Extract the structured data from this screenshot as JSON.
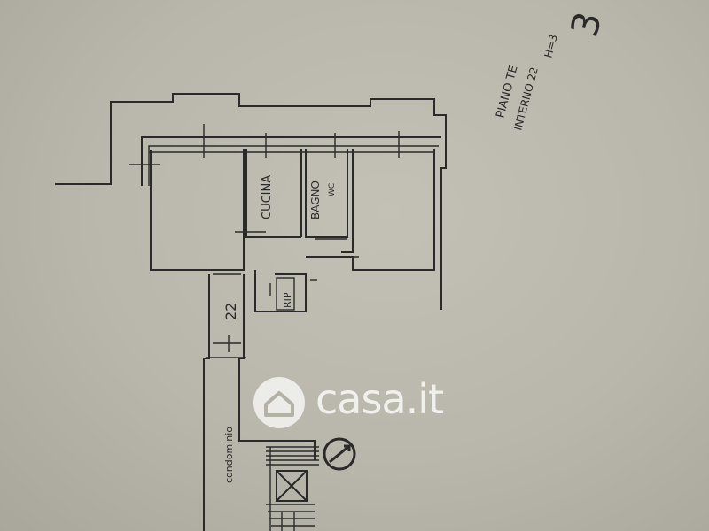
{
  "header": {
    "floor_label": "PIANO TE",
    "interior_label": "INTERNO 22",
    "small_note": "H=3",
    "sheet_number": "3"
  },
  "rooms": {
    "kitchen": "CUCINA",
    "bathroom_line1": "BAGNO",
    "bathroom_line2": "WC",
    "small_room": "RIP"
  },
  "dimension": {
    "corridor_width": "22"
  },
  "shared_area": {
    "label": "condominio"
  },
  "watermark": {
    "brand": "casa.it",
    "colors": {
      "text": "#ffffff",
      "icon": "#ffffff"
    }
  },
  "colors": {
    "paper": "#bdbbaf",
    "ink": "#2a2a2a"
  }
}
